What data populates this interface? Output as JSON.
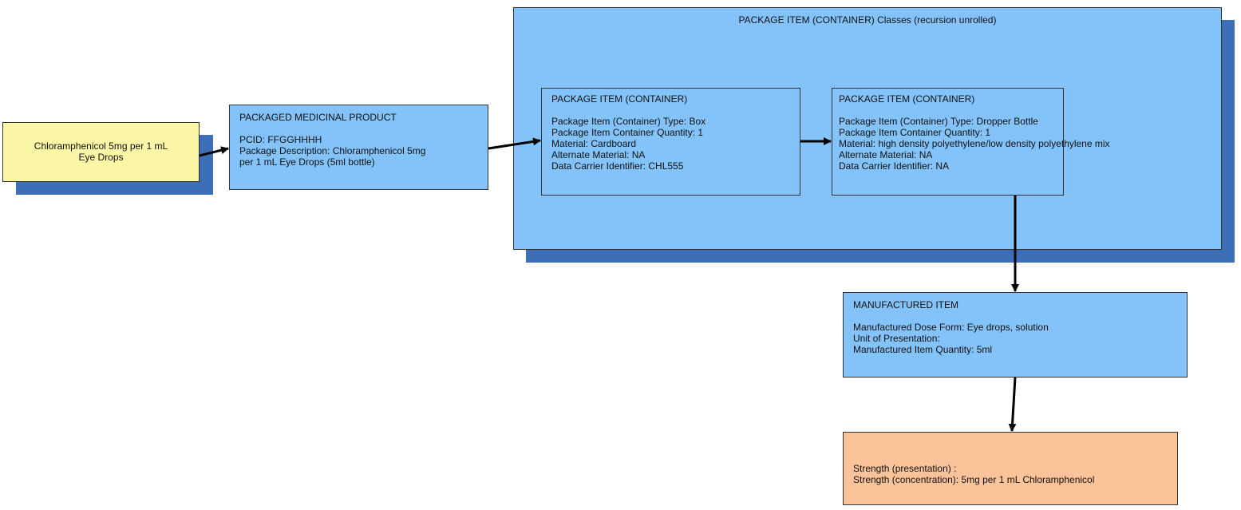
{
  "product": {
    "lines": [
      "Chloramphenicol 5mg per 1 mL",
      "Eye Drops"
    ]
  },
  "packaged": {
    "title": "PACKAGED MEDICINAL PRODUCT",
    "lines": [
      "PCID: FFGGHHHH",
      "Package Description: Chloramphenicol 5mg",
      "per 1 mL Eye Drops (5ml bottle)"
    ]
  },
  "container_group": {
    "title": "PACKAGE ITEM (CONTAINER) Classes (recursion unrolled)"
  },
  "container1": {
    "title": "PACKAGE ITEM (CONTAINER)",
    "lines": [
      "Package Item (Container) Type: Box",
      "Package Item Container Quantity: 1",
      "Material: Cardboard",
      "Alternate Material: NA",
      "Data Carrier Identifier: CHL555"
    ]
  },
  "container2": {
    "title": "PACKAGE ITEM (CONTAINER)",
    "lines": [
      "Package Item (Container) Type: Dropper Bottle",
      "Package Item Container Quantity: 1",
      "Material: high density polyethylene/low density polyethylene mix",
      "Alternate Material: NA",
      "Data Carrier Identifier: NA"
    ]
  },
  "manufactured": {
    "title": "MANUFACTURED ITEM",
    "lines": [
      "Manufactured Dose Form: Eye drops, solution",
      "Unit of Presentation:",
      "Manufactured Item Quantity: 5ml"
    ]
  },
  "strength": {
    "lines": [
      "Strength (presentation) :",
      "Strength (concentration): 5mg per 1 mL Chloramphenicol"
    ]
  },
  "colors": {
    "blue": "#83c3fa",
    "shadow": "#3c6fb8",
    "yellow": "#fbf7a6",
    "orange": "#fbc39a"
  }
}
